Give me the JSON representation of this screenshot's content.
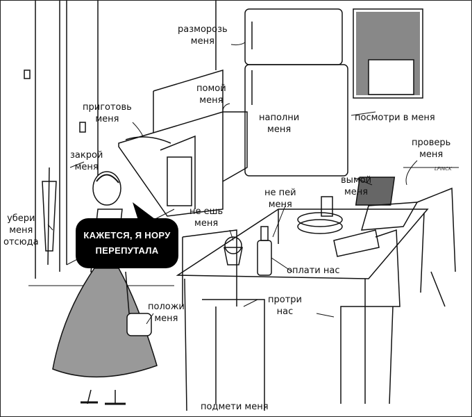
{
  "speech_bubble": {
    "line1": "КАЖЕТСЯ, Я НОРУ",
    "line2": "ПЕРЕПУТАЛА"
  },
  "labels": {
    "freezer": [
      "разморозь",
      "меня"
    ],
    "sink": [
      "помой",
      "меня"
    ],
    "stove": [
      "приготовь",
      "меня"
    ],
    "fridge": [
      "наполни",
      "меня"
    ],
    "window": "посмотри в меня",
    "laptop": [
      "проверь",
      "меня"
    ],
    "door": [
      "закрой",
      "меня"
    ],
    "dishes": [
      "вымой",
      "меня"
    ],
    "glass": [
      "не пей",
      "меня"
    ],
    "muffin": [
      "не ешь",
      "меня"
    ],
    "umbrella": [
      "убери",
      "меня",
      "отсюда"
    ],
    "bills": "оплати нас",
    "chairs": [
      "протри",
      "нас"
    ],
    "bag": [
      "положи",
      "меня"
    ],
    "floor": "подмети меня"
  },
  "signature": "LFINCK"
}
